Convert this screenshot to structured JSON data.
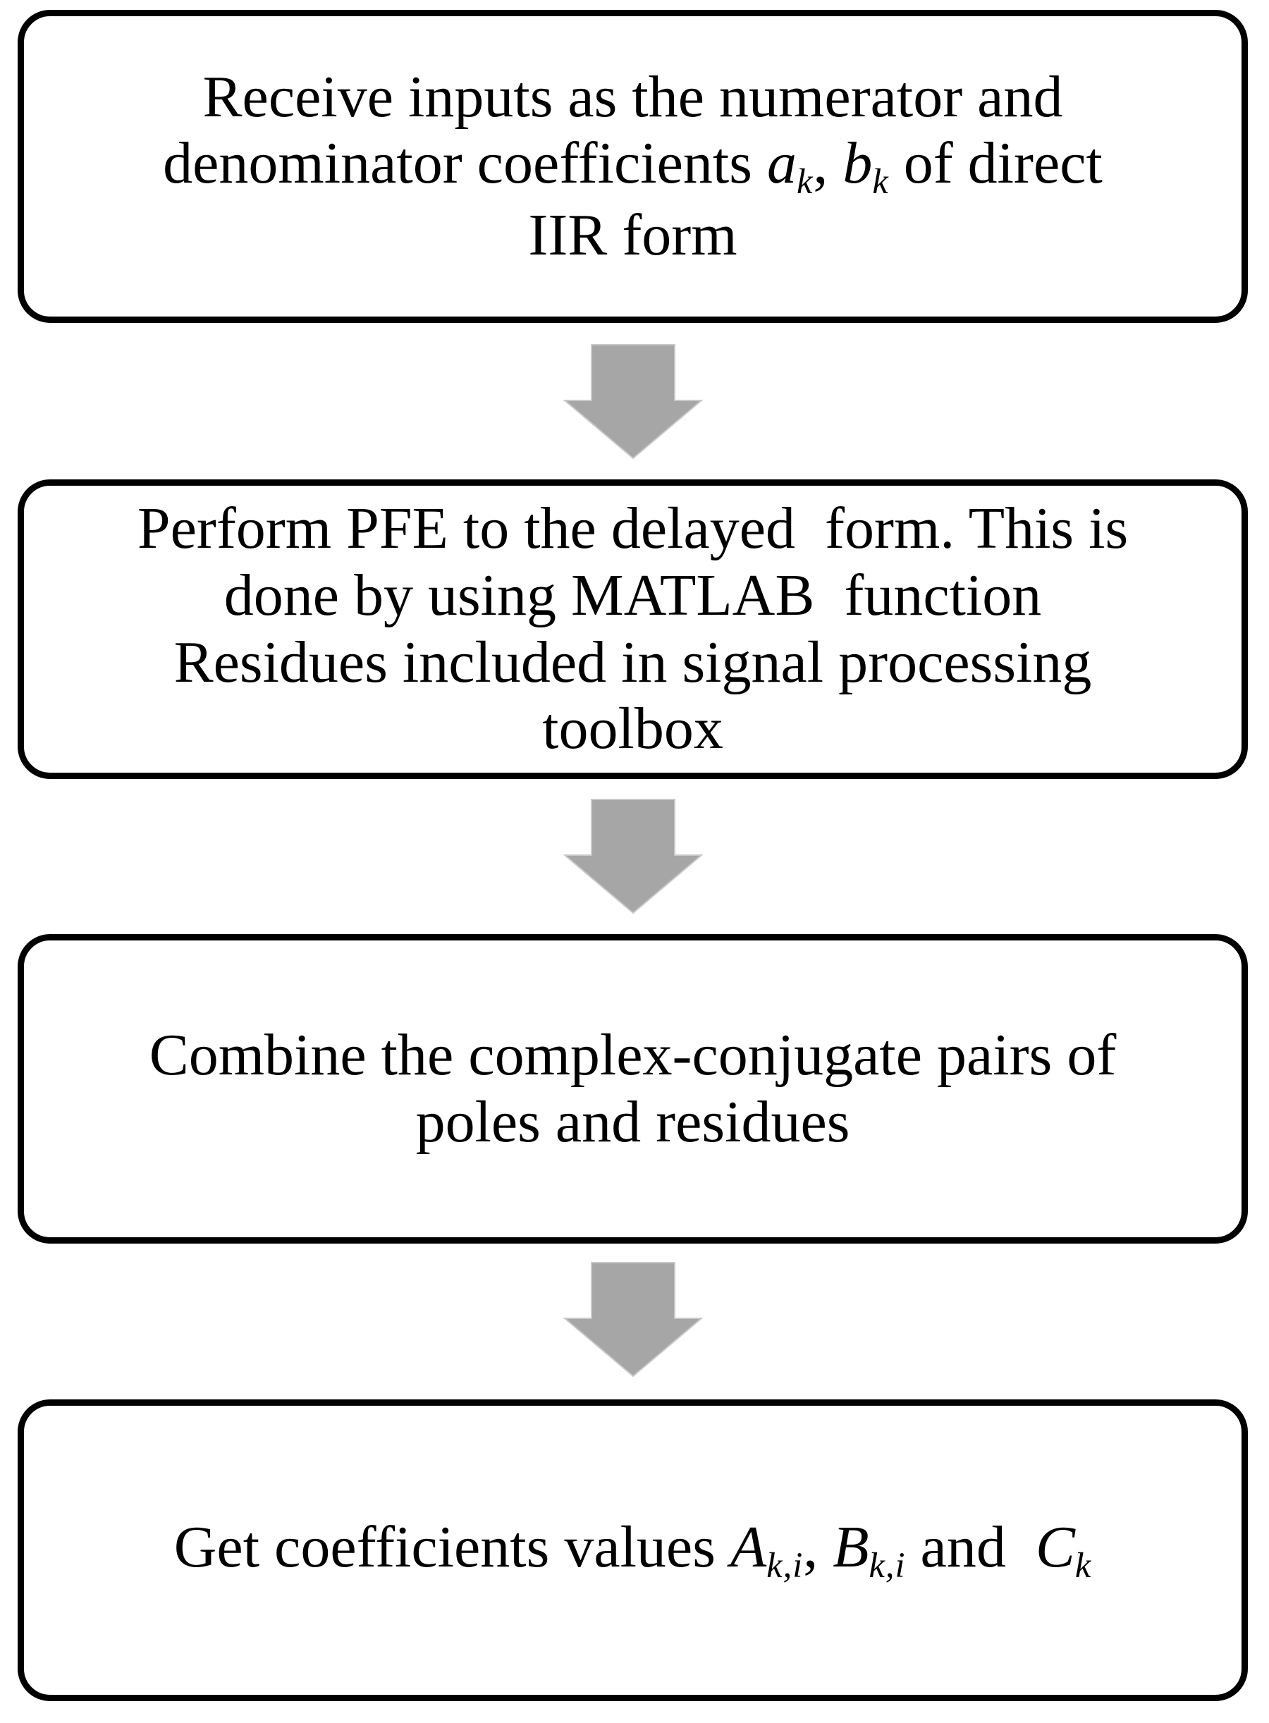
{
  "flowchart": {
    "background_color": "#ffffff",
    "box_border_color": "#000000",
    "text_color": "#000000",
    "arrow_color": "#a6a6a6",
    "arrow_edge_color": "#c9c9c9",
    "boxes": [
      {
        "name": "receive-inputs",
        "lines": [
          [
            {
              "t": "Receive inputs as the numerator and"
            }
          ],
          [
            {
              "t": "denominator coefficients "
            },
            {
              "t": "a",
              "s": "var"
            },
            {
              "t": "k",
              "s": "sub"
            },
            {
              "t": ", "
            },
            {
              "t": "b",
              "s": "var"
            },
            {
              "t": "k",
              "s": "sub"
            },
            {
              "t": " of direct"
            }
          ],
          [
            {
              "t": "IIR form"
            }
          ]
        ]
      },
      {
        "name": "perform-pfe",
        "lines": [
          [
            {
              "t": "Perform PFE to the delayed  form. This is"
            }
          ],
          [
            {
              "t": "done by using MATLAB  function"
            }
          ],
          [
            {
              "t": "Residues included in signal processing"
            }
          ],
          [
            {
              "t": "toolbox"
            }
          ]
        ]
      },
      {
        "name": "combine-conjugate-pairs",
        "lines": [
          [
            {
              "t": "Combine the complex-conjugate pairs of"
            }
          ],
          [
            {
              "t": "poles and residues"
            }
          ]
        ]
      },
      {
        "name": "get-coefficients",
        "lines": [
          [
            {
              "t": "Get coefficients values "
            },
            {
              "t": "A",
              "s": "var"
            },
            {
              "t": "k,i",
              "s": "sub"
            },
            {
              "t": ", "
            },
            {
              "t": "B",
              "s": "var"
            },
            {
              "t": "k,i",
              "s": "sub"
            },
            {
              "t": " and  "
            },
            {
              "t": "C",
              "s": "var"
            },
            {
              "t": "k",
              "s": "sub"
            }
          ]
        ]
      }
    ]
  }
}
